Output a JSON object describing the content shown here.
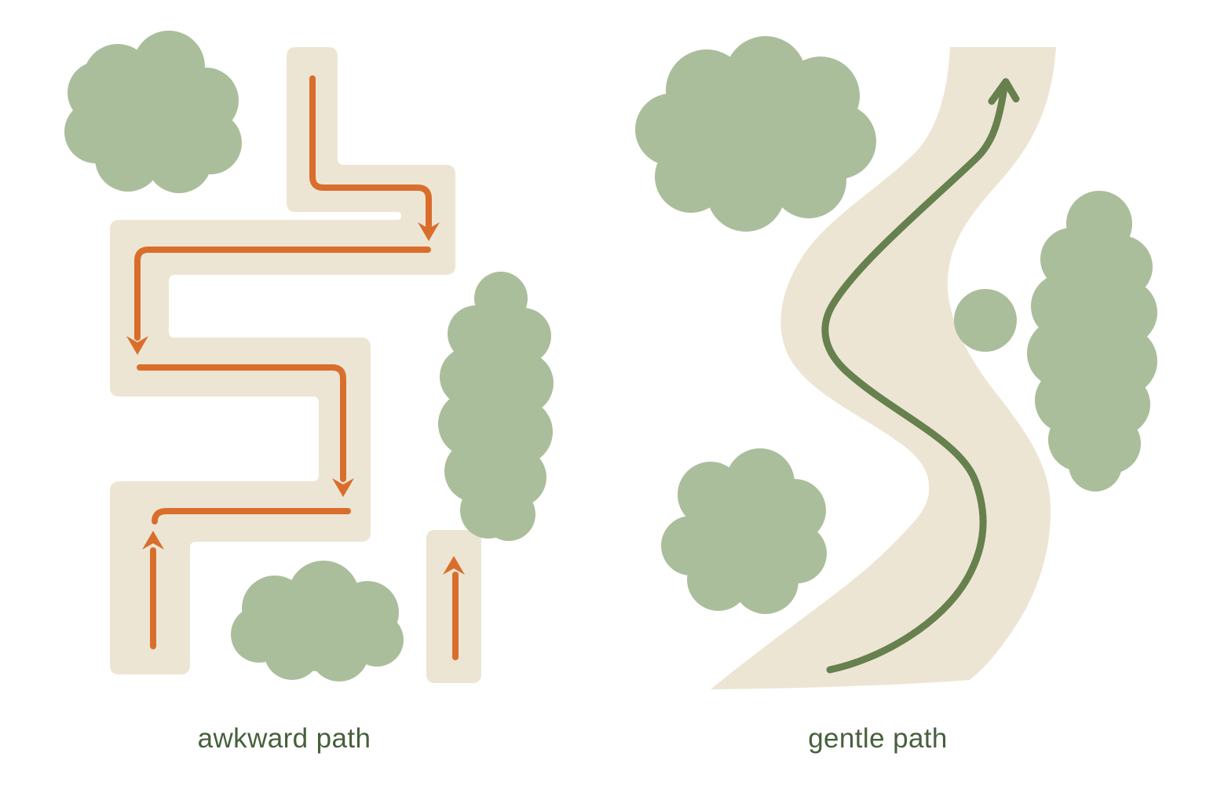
{
  "illustration": {
    "description": "comparison of two garden walkways",
    "panels": [
      {
        "id": "awkward",
        "label": "awkward path",
        "path_style": "zigzag with right-angle turns and disconnected segments",
        "arrow_color_name": "orange",
        "icons": [
          "down-arrow-icon",
          "down-arrow-icon",
          "down-arrow-icon",
          "turn-hook-icon",
          "up-arrow-icon",
          "up-arrow-icon"
        ],
        "foliage": [
          "cloud-tree",
          "cloud-tree",
          "tall-blob-tree"
        ]
      },
      {
        "id": "gentle",
        "label": "gentle path",
        "path_style": "smooth S-curve",
        "arrow_color_name": "green",
        "icons": [
          "up-arrow-icon"
        ],
        "foliage": [
          "cloud-tree",
          "cloud-tree",
          "round-bush",
          "tall-blob-tree"
        ]
      }
    ]
  },
  "palette": {
    "path-beige": "#EDE5D3",
    "arrow-orange": "#D96E2C",
    "foliage-green": "#ABBE9B",
    "line-green": "#66804E",
    "label-green": "#46603C",
    "background": "#ffffff"
  }
}
